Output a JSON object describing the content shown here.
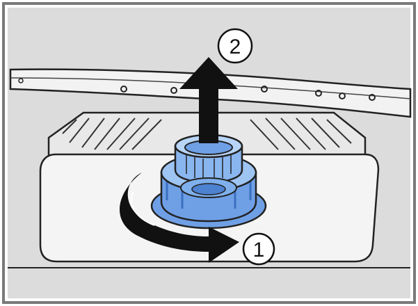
{
  "figure": {
    "steps": [
      {
        "number": "1",
        "action": "rotate"
      },
      {
        "number": "2",
        "action": "lift"
      }
    ],
    "colors": {
      "frame": "#7a7a7a",
      "background": "#dcdcdc",
      "panel": "#f2f2f2",
      "filter_blue": "#6fa0e6",
      "filter_blue_light": "#9ec4f2",
      "filter_blue_dark": "#3b6fc0",
      "arrow": "#111111",
      "outline": "#222222"
    },
    "icons": [
      "rotate-arrow-icon",
      "lift-arrow-icon"
    ]
  }
}
